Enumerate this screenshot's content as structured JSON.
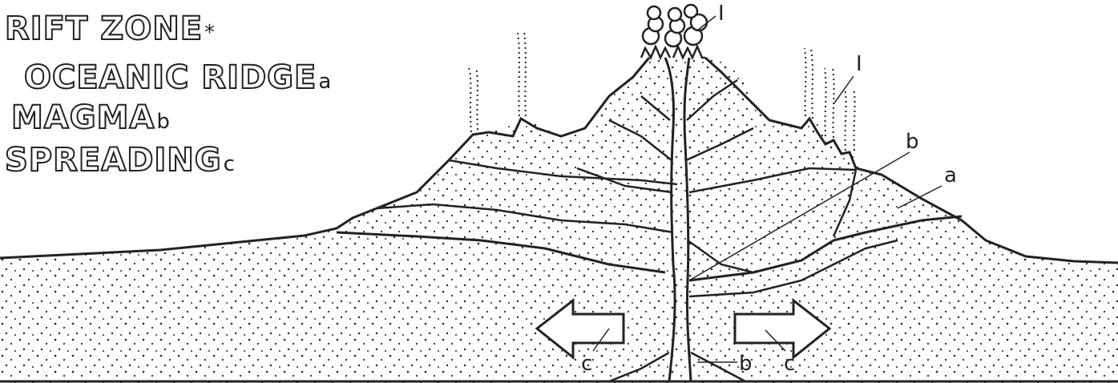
{
  "titles": [
    {
      "text": "RIFT ZONE",
      "mark": "*"
    },
    {
      "text": "OCEANIC RIDGE",
      "mark": "a"
    },
    {
      "text": "MAGMA",
      "mark": "b"
    },
    {
      "text": "SPREADING",
      "mark": "c"
    }
  ],
  "labels": {
    "rift_vent_1": "I",
    "rift_vent_2": "I",
    "magma_b_upper": "b",
    "ridge_a": "a",
    "arrow_c_left": "c",
    "magma_b_bottom": "b",
    "arrow_c_right": "c"
  },
  "colors": {
    "ink": "#222222",
    "paper": "#ffffff"
  }
}
